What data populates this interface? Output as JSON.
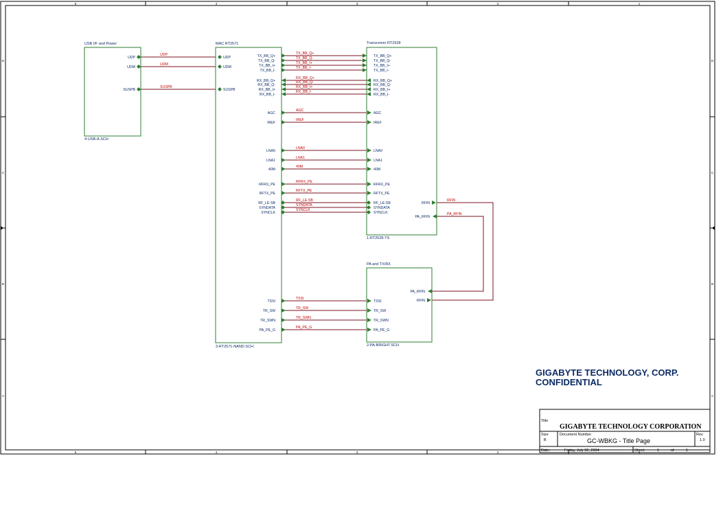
{
  "frame": {
    "col_labels": [
      "5",
      "4",
      "3",
      "2",
      "1"
    ],
    "row_labels": [
      "D",
      "C",
      "B",
      "A"
    ]
  },
  "colors": {
    "block_outline": "#2e7d32",
    "net_wire": "#7b1021",
    "net_label": "#c00000",
    "pin_arrow": "#2e7d32",
    "pin_text": "#0b2a66",
    "frame": "#000000"
  },
  "blocks": {
    "usb": {
      "title": "USB I/F and Power",
      "footer": "4-USB-A.SCH",
      "pins": [
        "UDP",
        "UDM",
        "SUSPB"
      ]
    },
    "mac": {
      "title": "MAC RT2571",
      "footer": "3-RT2571-NAND.SCH",
      "left_pins": [
        "UDP",
        "UDM",
        "SUSPB"
      ],
      "right_pins": [
        "TX_BB_Q+",
        "TX_BB_Q-",
        "TX_BB_I+",
        "TX_BB_I-",
        "RX_BB_Q+",
        "RX_BB_Q-",
        "RX_BB_I+",
        "RX_BB_I-",
        "AGC",
        "IREF",
        "LNA0",
        "LNA1",
        "40M",
        "RFRX_PE",
        "RFTX_PE",
        "RF_LE-SB",
        "SYNDATA",
        "SYNCLK",
        "TSSI",
        "TR_SW",
        "TR_SWN",
        "PA_PE_G"
      ]
    },
    "trx": {
      "title": "Transceiver RT2528",
      "footer": "1-RT2528-TS",
      "left_pins": [
        "TX_BB_Q+",
        "TX_BB_Q-",
        "TX_BB_I+",
        "TX_BB_I-",
        "RX_BB_Q+",
        "RX_BB_Q-",
        "RX_BB_I+",
        "RX_BB_I-",
        "AGC",
        "IREF",
        "LNA0",
        "LNA1",
        "40M",
        "RFRX_PE",
        "RFTX_PE",
        "RF_LE-SB",
        "SYNDATA",
        "SYNCLK"
      ],
      "right_pins": [
        "RFIN",
        "PA_RFIN"
      ]
    },
    "pa": {
      "title": "PA and TX/RX",
      "footer": "2-PA-BRIGHT.SCH",
      "left_pins": [
        "TSSI",
        "TR_SW",
        "TR_SWN",
        "PA_PE_G"
      ],
      "right_pins": [
        "PA_RFIN",
        "RFIN"
      ]
    }
  },
  "nets": {
    "usb_mac": [
      "UDP",
      "UDM",
      "SUSPB"
    ],
    "mac_trx": [
      "TX_BB_Q+",
      "TX_BB_Q-",
      "TX_BB_I+",
      "TX_BB_I-",
      "RX_BB_Q+",
      "RX_BB_Q-",
      "RX_BB_I+",
      "RX_BB_I-",
      "AGC",
      "IREF",
      "LNA0",
      "LNA1",
      "40M",
      "RFRX_PE",
      "RFTX_PE",
      "RF_LE-SB",
      "SYNDATA",
      "SYNCLK"
    ],
    "mac_pa": [
      "TSSI",
      "TR_SW",
      "TR_SWN",
      "PA_PE_G"
    ],
    "trx_pa": [
      "RFIN",
      "PA_RFIN"
    ]
  },
  "company": {
    "line1": "GIGABYTE TECHNOLOGY, CORP.",
    "line2": "CONFIDENTIAL"
  },
  "title_block": {
    "title_label": "Title",
    "title": "GIGABYTE TECHNOLOGY CORPORATION",
    "size_label": "Size",
    "size": "B",
    "docnum_label": "Document Number",
    "docnum": "GC-WBKG - Title Page",
    "rev_label": "Rev",
    "rev": "1.0",
    "date_label": "Date:",
    "date": "Friday, July 02, 2004",
    "sheet_label": "Sheet",
    "sheet": "1",
    "of_label": "of",
    "of": "5"
  }
}
